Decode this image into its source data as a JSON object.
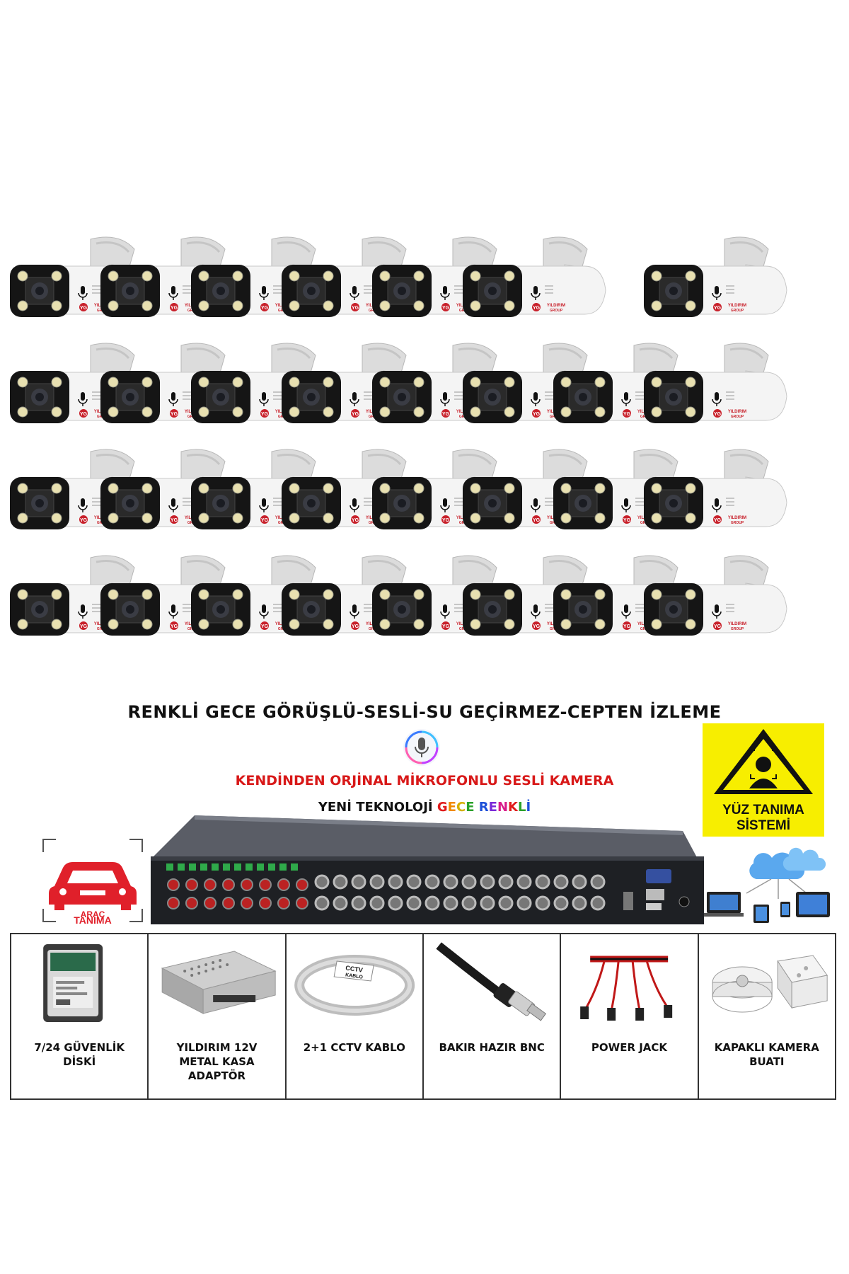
{
  "camera_grid": {
    "rows": [
      7,
      8,
      8,
      8
    ],
    "brand_mark": "YG",
    "brand_text": "YILDIRIM",
    "brand_sub": "GROUP"
  },
  "headline": "RENKLİ GECE GÖRÜŞLÜ-SESLİ-SU GEÇİRMEZ-CEPTEN İZLEME",
  "mic_icon": "microphone-icon",
  "red_line": "KENDİNDEN ORJİNAL MİKROFONLU SESLİ KAMERA",
  "tech_line": {
    "prefix": "YENİ TEKNOLOJİ ",
    "word1": "GECE",
    "word2": "RENKLİ",
    "word1_letters": [
      "G",
      "E",
      "C",
      "E"
    ],
    "word2_letters": [
      "R",
      "E",
      "N",
      "K",
      "L",
      "İ"
    ],
    "word1_colors": [
      "#e01b1b",
      "#f08a00",
      "#d4b000",
      "#2aa12a"
    ],
    "word2_colors": [
      "#1e50d8",
      "#7a2ad8",
      "#d81b8a",
      "#e01b1b",
      "#2aa12a",
      "#1e50d8"
    ]
  },
  "face_badge": {
    "line1": "YÜZ TANIMA",
    "line2": "SİSTEMİ",
    "bg_color": "#f7ee00"
  },
  "car_badge": {
    "line1": "ARAÇ",
    "line2": "TANIMA",
    "car_color": "#e0202a"
  },
  "accessories": [
    {
      "label": "7/24 GÜVENLİK\nDİSKİ",
      "icon": "hard-disk-icon"
    },
    {
      "label": "YILDIRIM 12V\nMETAL KASA\nADAPTÖR",
      "icon": "power-supply-icon"
    },
    {
      "label": "2+1 CCTV KABLO",
      "icon": "cable-roll-icon",
      "tag": "CCTV\nKABLO"
    },
    {
      "label": "BAKIR HAZIR BNC",
      "icon": "bnc-connector-icon"
    },
    {
      "label": "POWER JACK",
      "icon": "power-jack-icon"
    },
    {
      "label": "KAPAKLI KAMERA\nBUATI",
      "icon": "junction-box-icon"
    }
  ]
}
